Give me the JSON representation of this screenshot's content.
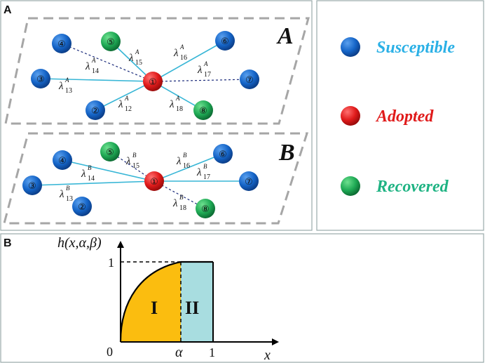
{
  "panel_a_label": "A",
  "panel_b_label": "B",
  "layer_a_label": "A",
  "layer_b_label": "B",
  "nodes": [
    "①",
    "②",
    "③",
    "④",
    "⑤",
    "⑥",
    "⑦",
    "⑧"
  ],
  "legend": {
    "susceptible": "Susceptible",
    "adopted": "Adopted",
    "recovered": "Recovered"
  },
  "colors": {
    "susceptible": "#1565c8",
    "adopted": "#e01b1b",
    "recovered": "#1faa55",
    "solid_edge": "#38b6d6",
    "dashed_edge": "#1a2a7a",
    "legend_susceptible": "#2ab0e6",
    "legend_adopted": "#e01b1b",
    "legend_recovered": "#1fb383",
    "region_one": "#fbbd0f",
    "region_two": "#a8dde0"
  },
  "lambda": {
    "symbol": "λ",
    "sup_a": "A",
    "sup_b": "B",
    "subs": [
      "12",
      "13",
      "14",
      "15",
      "16",
      "17",
      "18"
    ]
  },
  "plot": {
    "ylabel": "h(x,α,β)",
    "xlabel": "x",
    "origin": "0",
    "alpha": "α",
    "x_one": "1",
    "y_one": "1",
    "region_one": "I",
    "region_two": "II"
  }
}
